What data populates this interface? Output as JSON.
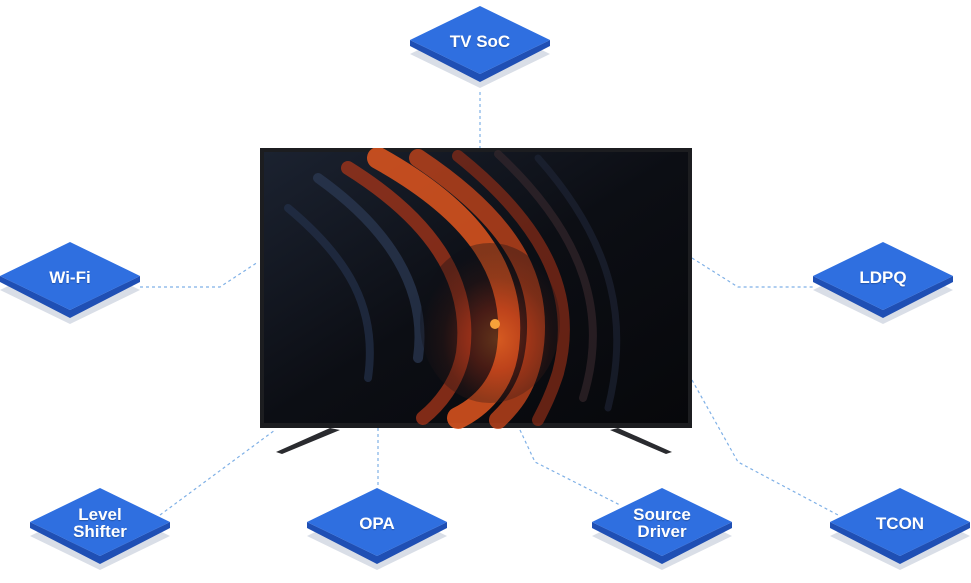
{
  "diagram": {
    "center_label": "",
    "components": [
      {
        "id": "tv-soc",
        "label": "TV SoC"
      },
      {
        "id": "wi-fi",
        "label": "Wi-Fi"
      },
      {
        "id": "ldpq",
        "label": "LDPQ"
      },
      {
        "id": "level-shifter",
        "label": "Level\nShifter"
      },
      {
        "id": "opa",
        "label": "OPA"
      },
      {
        "id": "source-driver",
        "label": "Source\nDriver"
      },
      {
        "id": "tcon",
        "label": "TCON"
      }
    ]
  },
  "colors": {
    "tile_top": "#2f6fe0",
    "tile_side": "#1f4fb4",
    "tile_base": "#d9dee7",
    "connector": "#7fb0e6",
    "tv_bezel": "#1c1d20",
    "wave_orange": "#e0561e",
    "wave_blue": "#2c3a55"
  }
}
